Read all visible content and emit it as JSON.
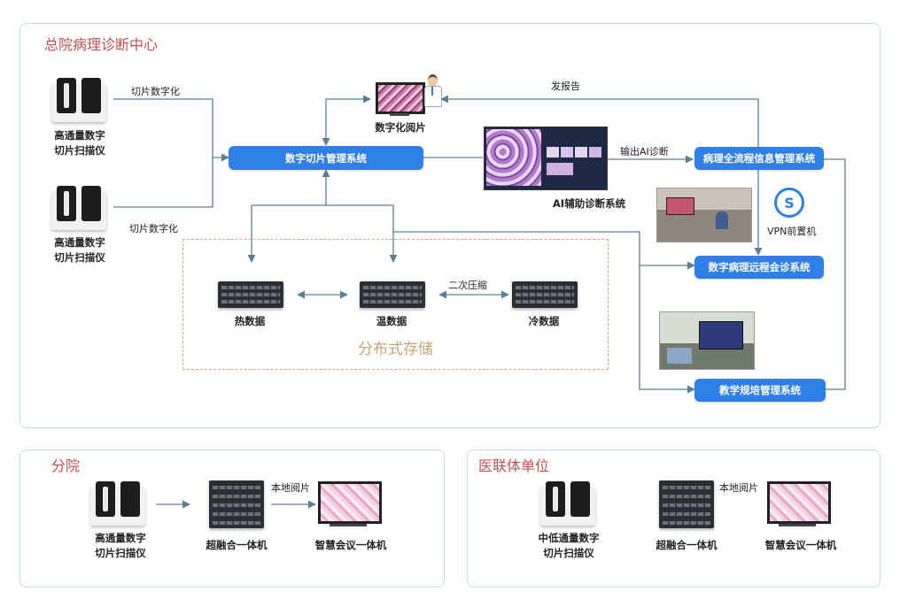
{
  "main_center": {
    "title": "总院病理诊断中心",
    "scanner1_label": "高通量数字\n切片扫描仪",
    "scanner2_label": "高通量数字\n切片扫描仪",
    "digitize_label_1": "切片数字化",
    "digitize_label_2": "切片数字化",
    "digital_reading_label": "数字化阅片",
    "report_label": "发报告",
    "ai_output_label": "输出AI诊断",
    "ai_system_label": "AI辅助诊断系统",
    "vpn_label": "VPN前置机",
    "systems": {
      "slide_management": "数字切片管理系统",
      "pathology_info": "病理全流程信息管理系统",
      "remote_consult": "数字病理远程会诊系统",
      "teaching": "教学规培管理系统"
    },
    "storage": {
      "title": "分布式存储",
      "hot": "热数据",
      "warm": "温数据",
      "cold": "冷数据",
      "compress_label": "二次压缩"
    }
  },
  "branch": {
    "title": "分院",
    "scanner_label": "高通量数字\n切片扫描仪",
    "hyperconverged_label": "超融合一体机",
    "local_reading_label": "本地阅片",
    "meeting_label": "智慧会议一体机"
  },
  "alliance": {
    "title": "医联体单位",
    "scanner_label": "中低通量数字\n切片扫描仪",
    "hyperconverged_label": "超融合一体机",
    "local_reading_label": "本地阅片",
    "meeting_label": "智慧会议一体机"
  },
  "colors": {
    "system_button": "#2f7fe8",
    "panel_title": "#c0504d",
    "storage_border": "#caa97a",
    "connector": "#5a7f94"
  }
}
